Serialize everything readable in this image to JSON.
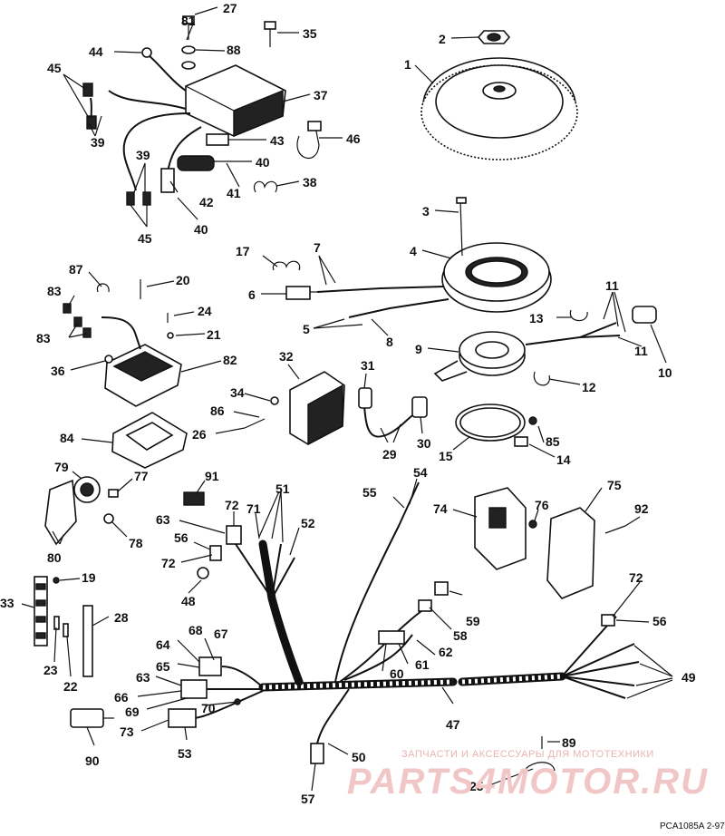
{
  "callouts": [
    "1",
    "2",
    "3",
    "4",
    "5",
    "6",
    "7",
    "8",
    "9",
    "10",
    "11",
    "12",
    "13",
    "14",
    "15",
    "17",
    "19",
    "20",
    "21",
    "22",
    "23",
    "24",
    "25",
    "26",
    "27",
    "28",
    "29",
    "30",
    "31",
    "32",
    "33",
    "34",
    "35",
    "36",
    "37",
    "38",
    "39",
    "40",
    "41",
    "42",
    "43",
    "44",
    "45",
    "46",
    "47",
    "48",
    "49",
    "50",
    "51",
    "52",
    "53",
    "54",
    "55",
    "56",
    "57",
    "58",
    "59",
    "60",
    "61",
    "62",
    "63",
    "64",
    "65",
    "66",
    "67",
    "68",
    "69",
    "70",
    "71",
    "72",
    "73",
    "74",
    "75",
    "76",
    "77",
    "78",
    "79",
    "80",
    "81",
    "82",
    "83",
    "84",
    "85",
    "86",
    "87",
    "88",
    "89",
    "90",
    "91",
    "92"
  ],
  "watermark": {
    "tagline": "ЗАПЧАСТИ И АКСЕССУАРЫ ДЛЯ МОТОТЕХНИКИ",
    "brand": "PARTS4MOTOR.RU"
  },
  "catalog_code": "PCA1085A  2-97"
}
